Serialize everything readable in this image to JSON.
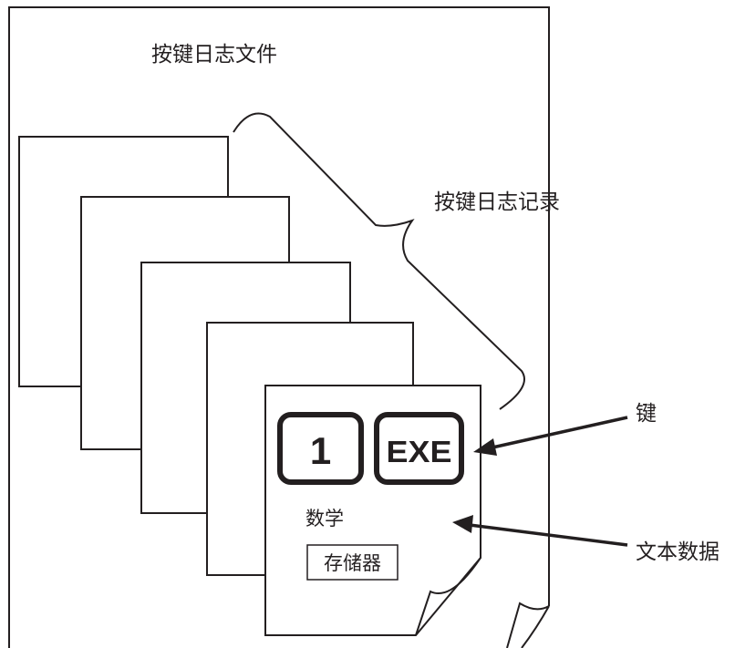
{
  "labels": {
    "file": "按键日志文件",
    "record": "按键日志记录",
    "key": "键",
    "text_data": "文本数据"
  },
  "page": {
    "key_one": "1",
    "key_exe": "EXE",
    "menu_text": "数学",
    "storage_box": "存储器"
  },
  "colors": {
    "line": "#231f20",
    "background": "#ffffff"
  }
}
